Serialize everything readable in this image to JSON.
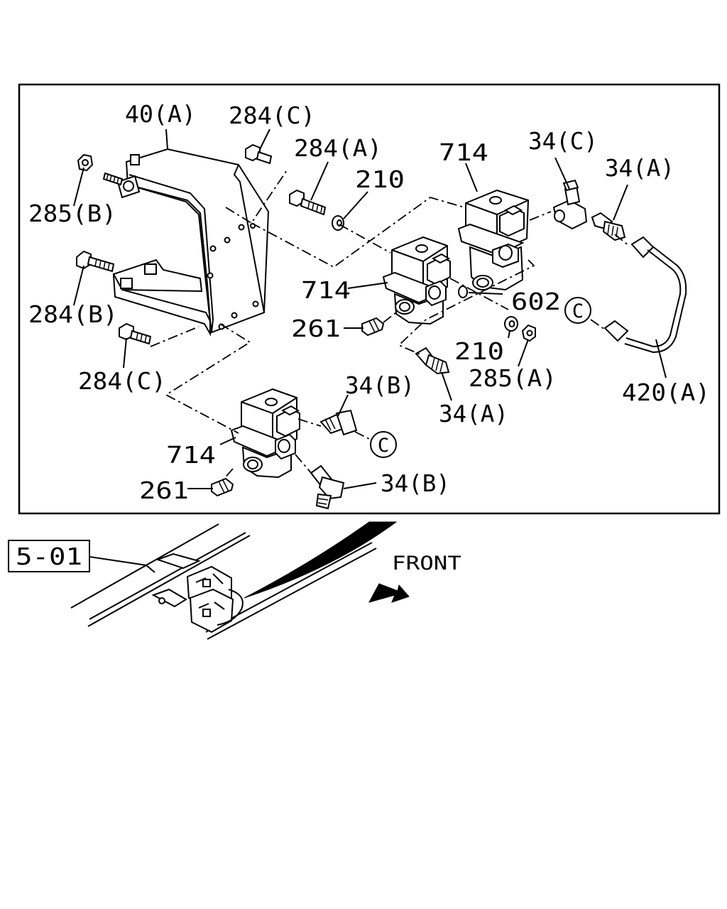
{
  "callouts": {
    "label_40A": "40(A)",
    "label_284C_top": "284(C)",
    "label_284A": "284(A)",
    "label_210_top": "210",
    "label_714_top": "714",
    "label_34C": "34(C)",
    "label_34A_top": "34(A)",
    "label_285B": "285(B)",
    "label_284B": "284(B)",
    "label_714_mid": "714",
    "label_602": "602",
    "label_261_mid": "261",
    "label_210_bot": "210",
    "label_285A": "285(A)",
    "label_284C_bot": "284(C)",
    "label_34B_top": "34(B)",
    "label_34A_bot": "34(A)",
    "label_420A": "420(A)",
    "label_714_bot": "714",
    "label_261_bot": "261",
    "label_34B_bot": "34(B)"
  },
  "connectors": {
    "circle_c_right": "C",
    "circle_c_bottom": "C"
  },
  "locator": {
    "ref_box": "5-01",
    "direction_label": "FRONT"
  }
}
